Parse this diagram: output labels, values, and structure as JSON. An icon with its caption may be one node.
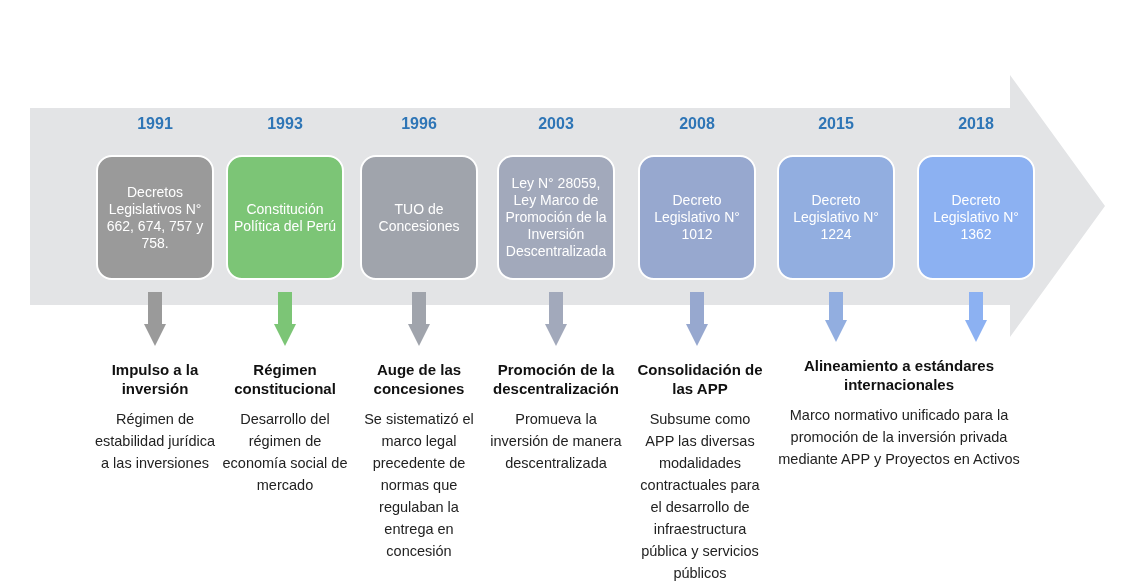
{
  "diagram": {
    "nodes": [
      {
        "text": [
          "1991",
          "Decretos Legislativos N° 662, 674, 757 y 758."
        ]
      },
      {
        "text": [
          "1993",
          "Constitución Política del Perú"
        ]
      },
      {
        "text": [
          "1996",
          "TUO de Concesiones"
        ]
      },
      {
        "text": [
          "2003",
          "Ley N° 28059, Ley Marco de Promoción de la Inversión Descentralizada"
        ]
      },
      {
        "text": [
          "2008",
          "Decreto Legislativo N° 1012"
        ]
      },
      {
        "text": [
          "2015",
          "Decreto Legislativo N° 1224"
        ]
      },
      {
        "text": [
          "2018",
          "Decreto Legislativo N° 1362"
        ]
      },
      {
        "text": [
          "Impulso a la inversión",
          "Régimen de estabilidad jurídica a las inversiones"
        ]
      },
      {
        "text": [
          "Régimen constitucional",
          "Desarrollo del régimen de economía social de mercado"
        ]
      },
      {
        "text": [
          "Auge de las concesiones",
          "Se sistematizó el marco legal precedente de normas que regulaban la entrega en concesión"
        ]
      },
      {
        "text": [
          "Promoción de la descentralización",
          "Promueva la inversión de manera descentralizada"
        ]
      },
      {
        "text": [
          "Consolidación de las APP",
          "Subsume como APP las diversas modalidades contractuales para el desarrollo de infraestructura pública y servicios públicos"
        ]
      },
      {
        "text": [
          "Alineamiento a estándares internacionales",
          "Marco normativo unificado para la promoción de la inversión privada mediante APP y Proyectos en Activos"
        ]
      }
    ],
    "edges": [
      {
        "from": 0,
        "to": 7,
        "arrow": "to",
        "color": "#9a9a9a"
      },
      {
        "from": 1,
        "to": 8,
        "arrow": "to",
        "color": "#7cc576"
      },
      {
        "from": 2,
        "to": 9,
        "arrow": "to",
        "color": "#a0a4ac"
      },
      {
        "from": 3,
        "to": 10,
        "arrow": "to",
        "color": "#a2a9bb"
      },
      {
        "from": 4,
        "to": 11,
        "arrow": "to",
        "color": "#97a8cf"
      },
      {
        "from": 5,
        "to": 12,
        "arrow": "to",
        "color": "#92aee0"
      },
      {
        "from": 6,
        "to": 12,
        "arrow": "to",
        "color": "#8cb1f2"
      }
    ]
  }
}
